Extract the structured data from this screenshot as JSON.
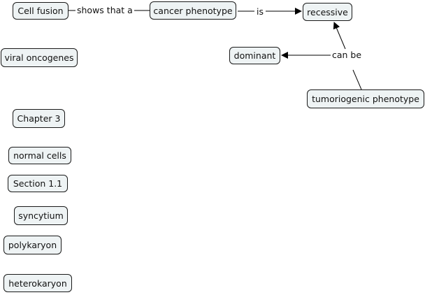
{
  "concept_map": {
    "nodes": {
      "cell_fusion": "Cell fusion",
      "cancer_phenotype": "cancer phenotype",
      "recessive": "recessive",
      "dominant": "dominant",
      "tumoriogenic_phenotype": "tumoriogenic phenotype",
      "viral_oncogenes": "viral oncogenes",
      "chapter_3": "Chapter 3",
      "normal_cells": "normal cells",
      "section_1_1": "Section 1.1",
      "syncytium": "syncytium",
      "polykaryon": "polykaryon",
      "heterokaryon": "heterokaryon"
    },
    "links": {
      "shows_that_a": "shows that a",
      "is": "is",
      "can_be": "can be"
    }
  }
}
